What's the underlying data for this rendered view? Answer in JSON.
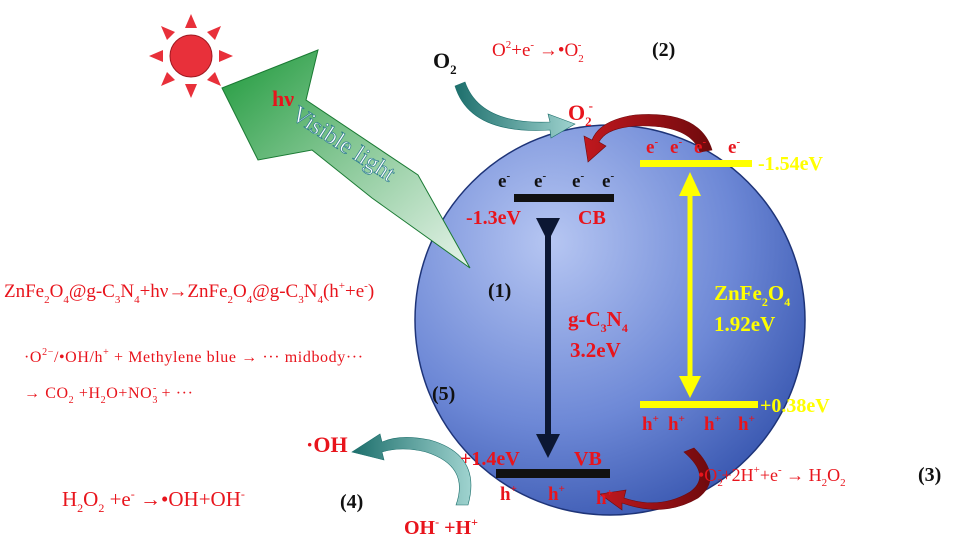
{
  "colors": {
    "red": "#e8141c",
    "yellow": "#ffff00",
    "navy": "#0c1733",
    "arrow_teal": "#2f8f8a",
    "arrow_maroon": "#9c0e12",
    "sun": "#e8303a",
    "bolt_green": "#1f9a3c",
    "sphere_light": "#a9bcee",
    "sphere_dark": "#2b4aa6"
  },
  "light": {
    "hv": "hν",
    "visible": "Visible light"
  },
  "reaction1": {
    "lhs": "ZnFe",
    "s1": "2",
    "o1": "O",
    "s2": "4",
    "at": "@g-C",
    "s3": "3",
    "n": "N",
    "s4": "4",
    "plus_hv": "+hν",
    "arrow": "→",
    "rhs": "ZnFe",
    "s5": "2",
    "o2": "O",
    "s6": "4",
    "at2": "@g-C",
    "s7": "3",
    "n2": "N",
    "s8": "4",
    "tail": "(h",
    "hsup": "+",
    "tail2": "+e",
    "esup": "-",
    "tail3": ")",
    "num": "(1)"
  },
  "reaction2": {
    "o2": "O",
    "o2sub": "2",
    "t1": "O",
    "t1sup": "2",
    "t2": "+e",
    "t2sup": "-",
    "t3": " →•O",
    "t3sub": "2",
    "t3sup": "-",
    "num": "(2)"
  },
  "reaction3": {
    "t1": "•O",
    "t1sub": "2",
    "t1sup": "-",
    "t2": "+2H",
    "t2sup": "+",
    "t3": "+e",
    "t3sup": "-",
    "t4": " → H",
    "t4sub": "2",
    "t5": "O",
    "t5sub": "2",
    "num": "(3)"
  },
  "reaction4": {
    "t1": "H",
    "t1sub": "2",
    "t2": "O",
    "t2sub": "2",
    "t3": " +e",
    "t3sup": "-",
    "t4": " →•OH+OH",
    "t4sup": "-",
    "num": "(4)",
    "oh_rad": "·OH",
    "oh_ion": "OH",
    "oh_sup": "-",
    "oh_tail": " +H",
    "h_sup": "+"
  },
  "reaction5": {
    "l1a": "·O",
    "l1sup": "2−",
    "l1b": "/•OH/h",
    "l1sup2": "+",
    "l1c": " + Methylene blue → ··· midbody···",
    "l2a": "→ CO",
    "l2sub1": "2",
    "l2b": " +H",
    "l2sub2": "2",
    "l2c": "O+NO",
    "l2sub3": "3",
    "l2sup3": "-",
    "l2d": " + ···",
    "num": "(5)"
  },
  "radical": {
    "label": "O",
    "sub": "2",
    "sup": "-"
  },
  "gcn": {
    "cb_electrons": [
      "e",
      "e",
      "e",
      "e"
    ],
    "e_sup": "-",
    "cb_potential": "-1.3eV",
    "cb_label": "CB",
    "vb_potential": "+1.4eV",
    "vb_label": "VB",
    "holes": [
      "h",
      "h",
      "h"
    ],
    "h_sup": "+",
    "name_a": "g-C",
    "name_s1": "3",
    "name_b": "N",
    "name_s2": "4",
    "gap": "3.2eV"
  },
  "zfo": {
    "cb_electrons": [
      "e",
      "e",
      "e",
      "e"
    ],
    "e_sup": "-",
    "cb_potential": "-1.54eV",
    "vb_potential": "+0.38eV",
    "holes": [
      "h",
      "h",
      "h",
      "h"
    ],
    "h_sup": "+",
    "name_a": "ZnFe",
    "name_s1": "2",
    "name_b": "O",
    "name_s2": "4",
    "gap": "1.92eV"
  }
}
